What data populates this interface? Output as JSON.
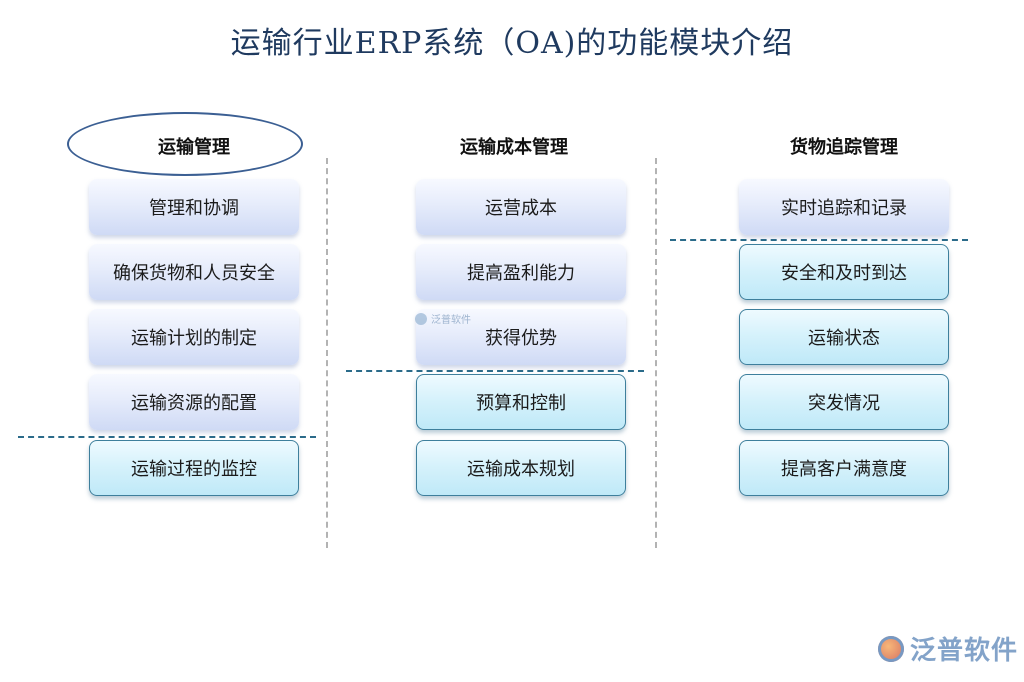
{
  "title": "运输行业ERP系统（OA)的功能模块介绍",
  "columns": [
    {
      "heading": "运输管理",
      "items": [
        "管理和协调",
        "确保货物和人员安全",
        "运输计划的制定",
        "运输资源的配置",
        "运输过程的监控"
      ]
    },
    {
      "heading": "运输成本管理",
      "items": [
        "运营成本",
        "提高盈利能力",
        "获得优势",
        "预算和控制",
        "运输成本规划"
      ]
    },
    {
      "heading": "货物追踪管理",
      "items": [
        "实时追踪和记录",
        "安全和及时到达",
        "运输状态",
        "突发情况",
        "提高客户满意度"
      ]
    }
  ],
  "watermark": {
    "small": "泛普软件",
    "large": "泛普软件"
  }
}
